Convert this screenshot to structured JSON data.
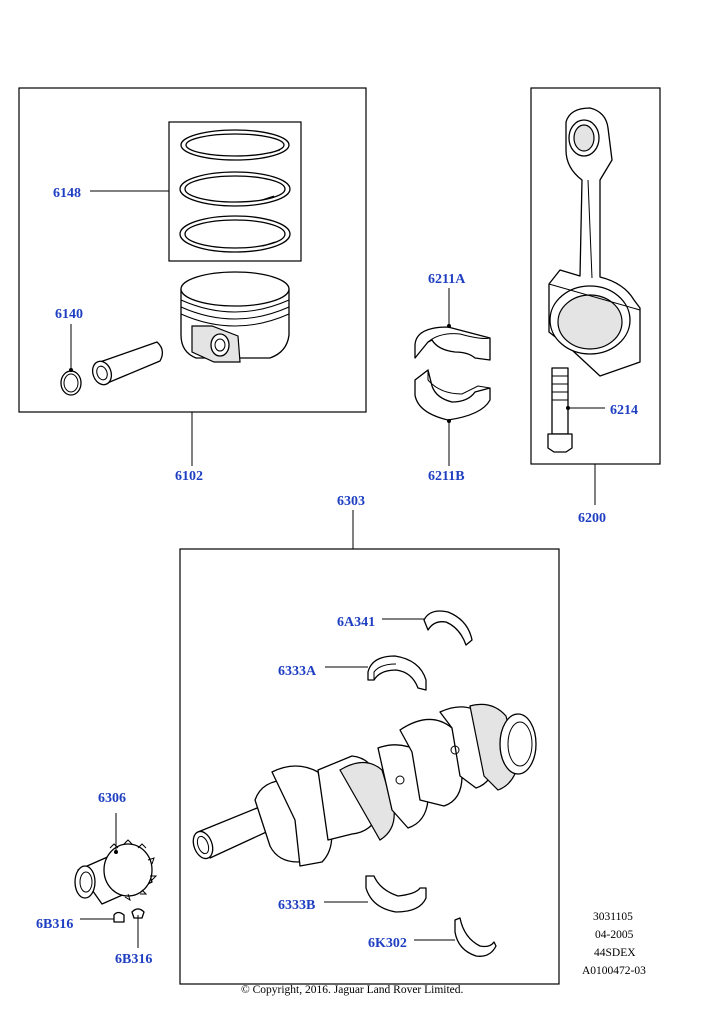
{
  "callouts": {
    "rings": "6148",
    "circlip": "6140",
    "piston_assy": "6102",
    "bearing_upper": "6211A",
    "bearing_lower": "6211B",
    "conrod_bolt": "6214",
    "conrod_assy": "6200",
    "crank_assy": "6303",
    "thrust_upper": "6A341",
    "main_upper": "6333A",
    "sprocket": "6306",
    "key_left": "6B316",
    "key_right": "6B316",
    "main_lower": "6333B",
    "thrust_lower": "6K302"
  },
  "meta": {
    "line1": "3031105",
    "line2": "04-2005",
    "line3": "44SDEX",
    "line4": "A0100472-03"
  },
  "copyright": "© Copyright, 2016. Jaguar Land Rover Limited."
}
